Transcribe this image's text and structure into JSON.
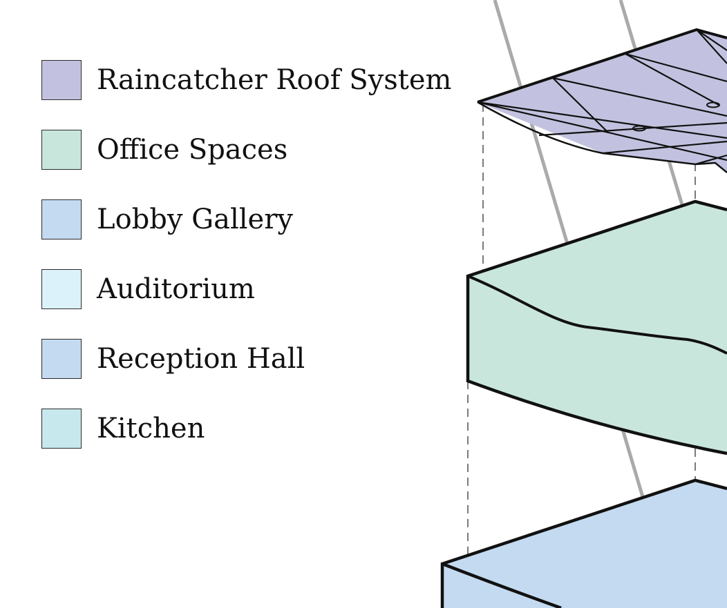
{
  "legend": {
    "items": [
      {
        "label": "Raincatcher Roof System",
        "color": "#c2c2e0"
      },
      {
        "label": "Office Spaces",
        "color": "#c9e6dd"
      },
      {
        "label": "Lobby Gallery",
        "color": "#c4daf0"
      },
      {
        "label": "Auditorium",
        "color": "#dcf2fb"
      },
      {
        "label": "Reception Hall",
        "color": "#c4daf0"
      },
      {
        "label": "Kitchen",
        "color": "#c7e8ed"
      }
    ]
  }
}
